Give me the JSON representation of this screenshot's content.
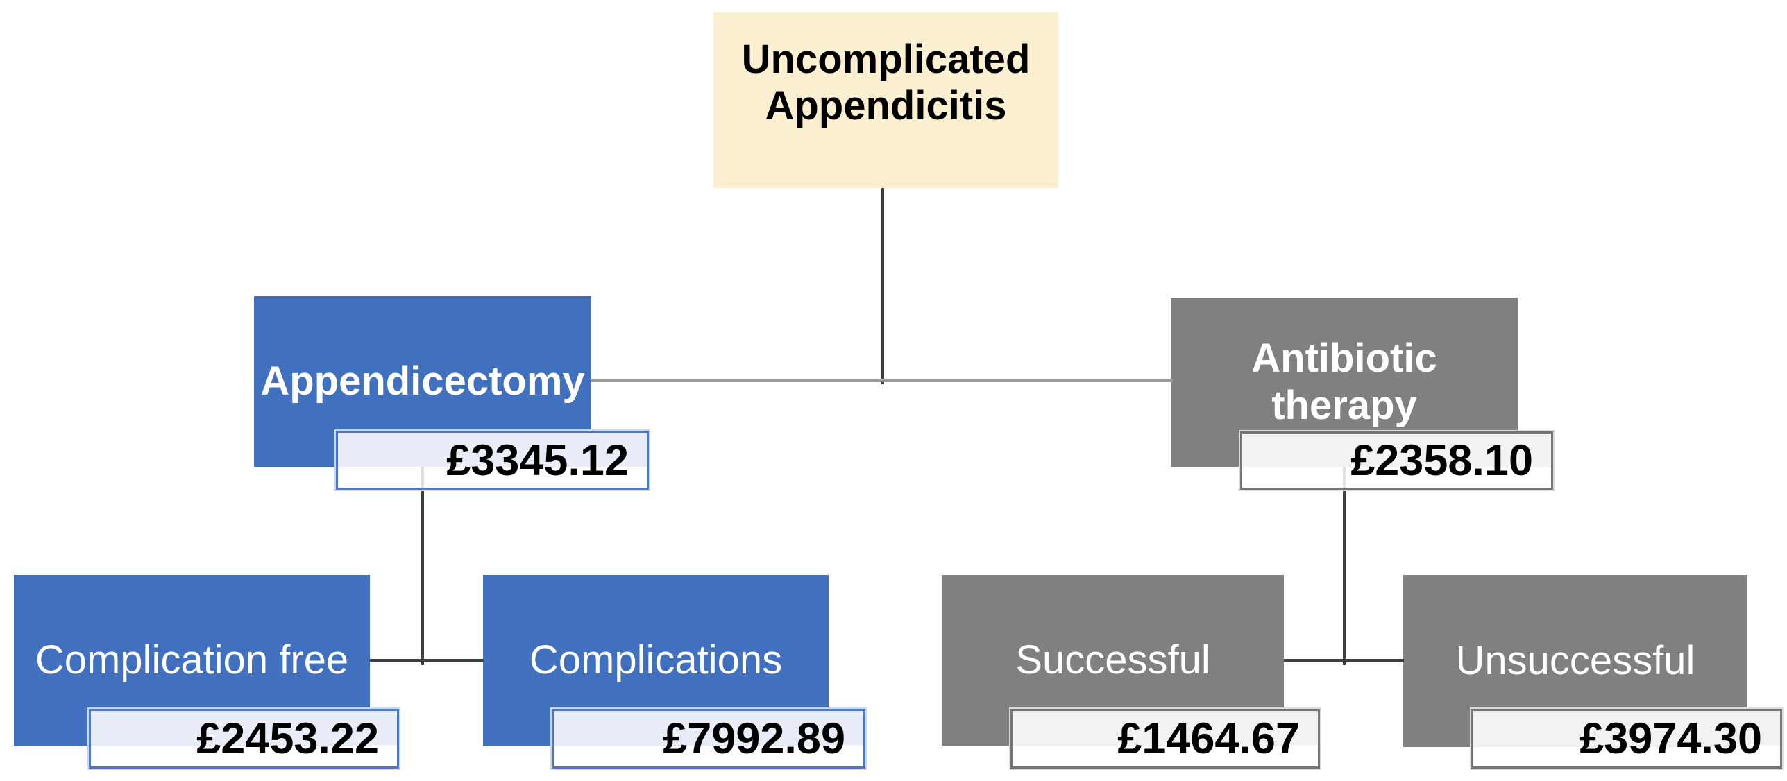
{
  "tree": {
    "root": {
      "label": "Uncomplicated\nAppendicitis"
    },
    "branches": [
      {
        "label": "Appendicectomy",
        "cost": "£3345.12",
        "children": [
          {
            "label": "Complication free",
            "cost": "£2453.22"
          },
          {
            "label": "Complications",
            "cost": "£7992.89"
          }
        ]
      },
      {
        "label": "Antibiotic\ntherapy",
        "cost": "£2358.10",
        "children": [
          {
            "label": "Successful",
            "cost": "£1464.67"
          },
          {
            "label": "Unsuccessful",
            "cost": "£3974.30"
          }
        ]
      }
    ]
  },
  "colors": {
    "root_box_fill": "#fbefd1",
    "surgery_branch_fill": "#4070be",
    "antibiotic_branch_fill": "#808080",
    "node_text": "#ffffff",
    "root_text": "#000000",
    "price_text": "#000000",
    "connector_dark": "#3f3f3f",
    "connector_light": "#9d9d9d"
  },
  "currency_symbol": "£"
}
